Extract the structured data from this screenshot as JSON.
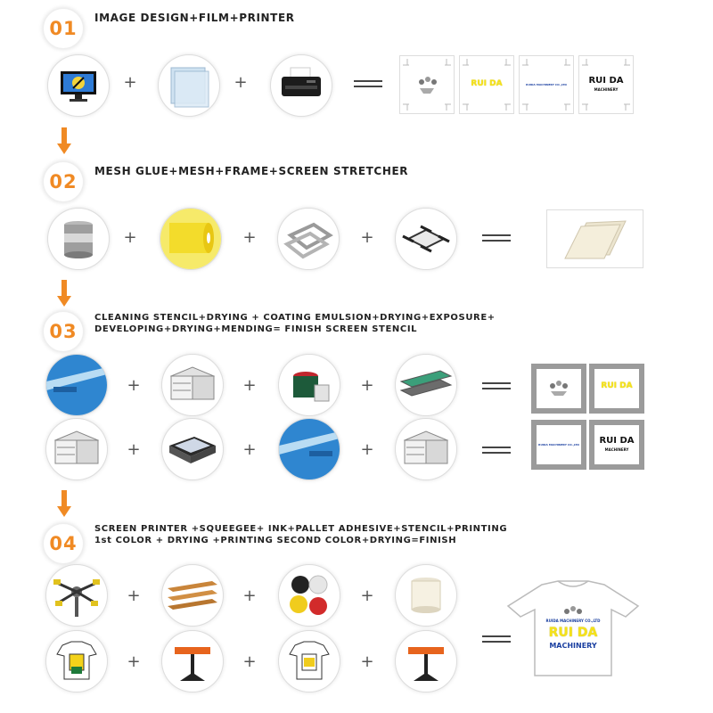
{
  "steps": [
    {
      "number": "01",
      "title": "IMAGE DESIGN+FILM+PRINTER"
    },
    {
      "number": "02",
      "title": "MESH GLUE+MESH+FRAME+SCREEN STRETCHER"
    },
    {
      "number": "03",
      "title_line1": "CLEANING STENCIL+DRYING + COATING EMULSION+DRYING+EXPOSURE+",
      "title_line2": "DEVELOPING+DRYING+MENDING= FINISH SCREEN STENCIL"
    },
    {
      "number": "04",
      "title_line1": "SCREEN PRINTER +SQUEEGEE+ INK+PALLET ADHESIVE+STENCIL+PRINTING",
      "title_line2": "1st COLOR + DRYING +PRINTING SECOND COLOR+DRYING=FINISH"
    }
  ],
  "symbols": {
    "plus": "+"
  },
  "film_labels": {
    "ruida": "RUI DA",
    "company": "RUIDA MACHINERY CO.,LTD",
    "ruida2": "RUI DA",
    "machinery": "MACHINERY"
  },
  "tshirt_labels": {
    "company": "RUIDA MACHINERY CO.,LTD",
    "brand": "RUI DA",
    "machinery": "MACHINERY"
  },
  "colors": {
    "accent": "#f08a24",
    "text": "#222222",
    "yellow": "#f5e21a",
    "blue": "#1a3fa0"
  },
  "icons": [
    "monitor-icon",
    "film-sheets-icon",
    "inkjet-printer-icon",
    "glue-can-icon",
    "mesh-roll-icon",
    "aluminum-frames-icon",
    "screen-stretcher-icon",
    "washout-tank-icon",
    "drying-cabinet-icon",
    "emulsion-icon",
    "scoop-coater-icon",
    "exposure-unit-icon",
    "screen-printer-icon",
    "squeegee-icon",
    "ink-tins-icon",
    "adhesive-bucket-icon",
    "tshirt-print-icon",
    "flash-dryer-icon",
    "down-arrow-icon"
  ]
}
